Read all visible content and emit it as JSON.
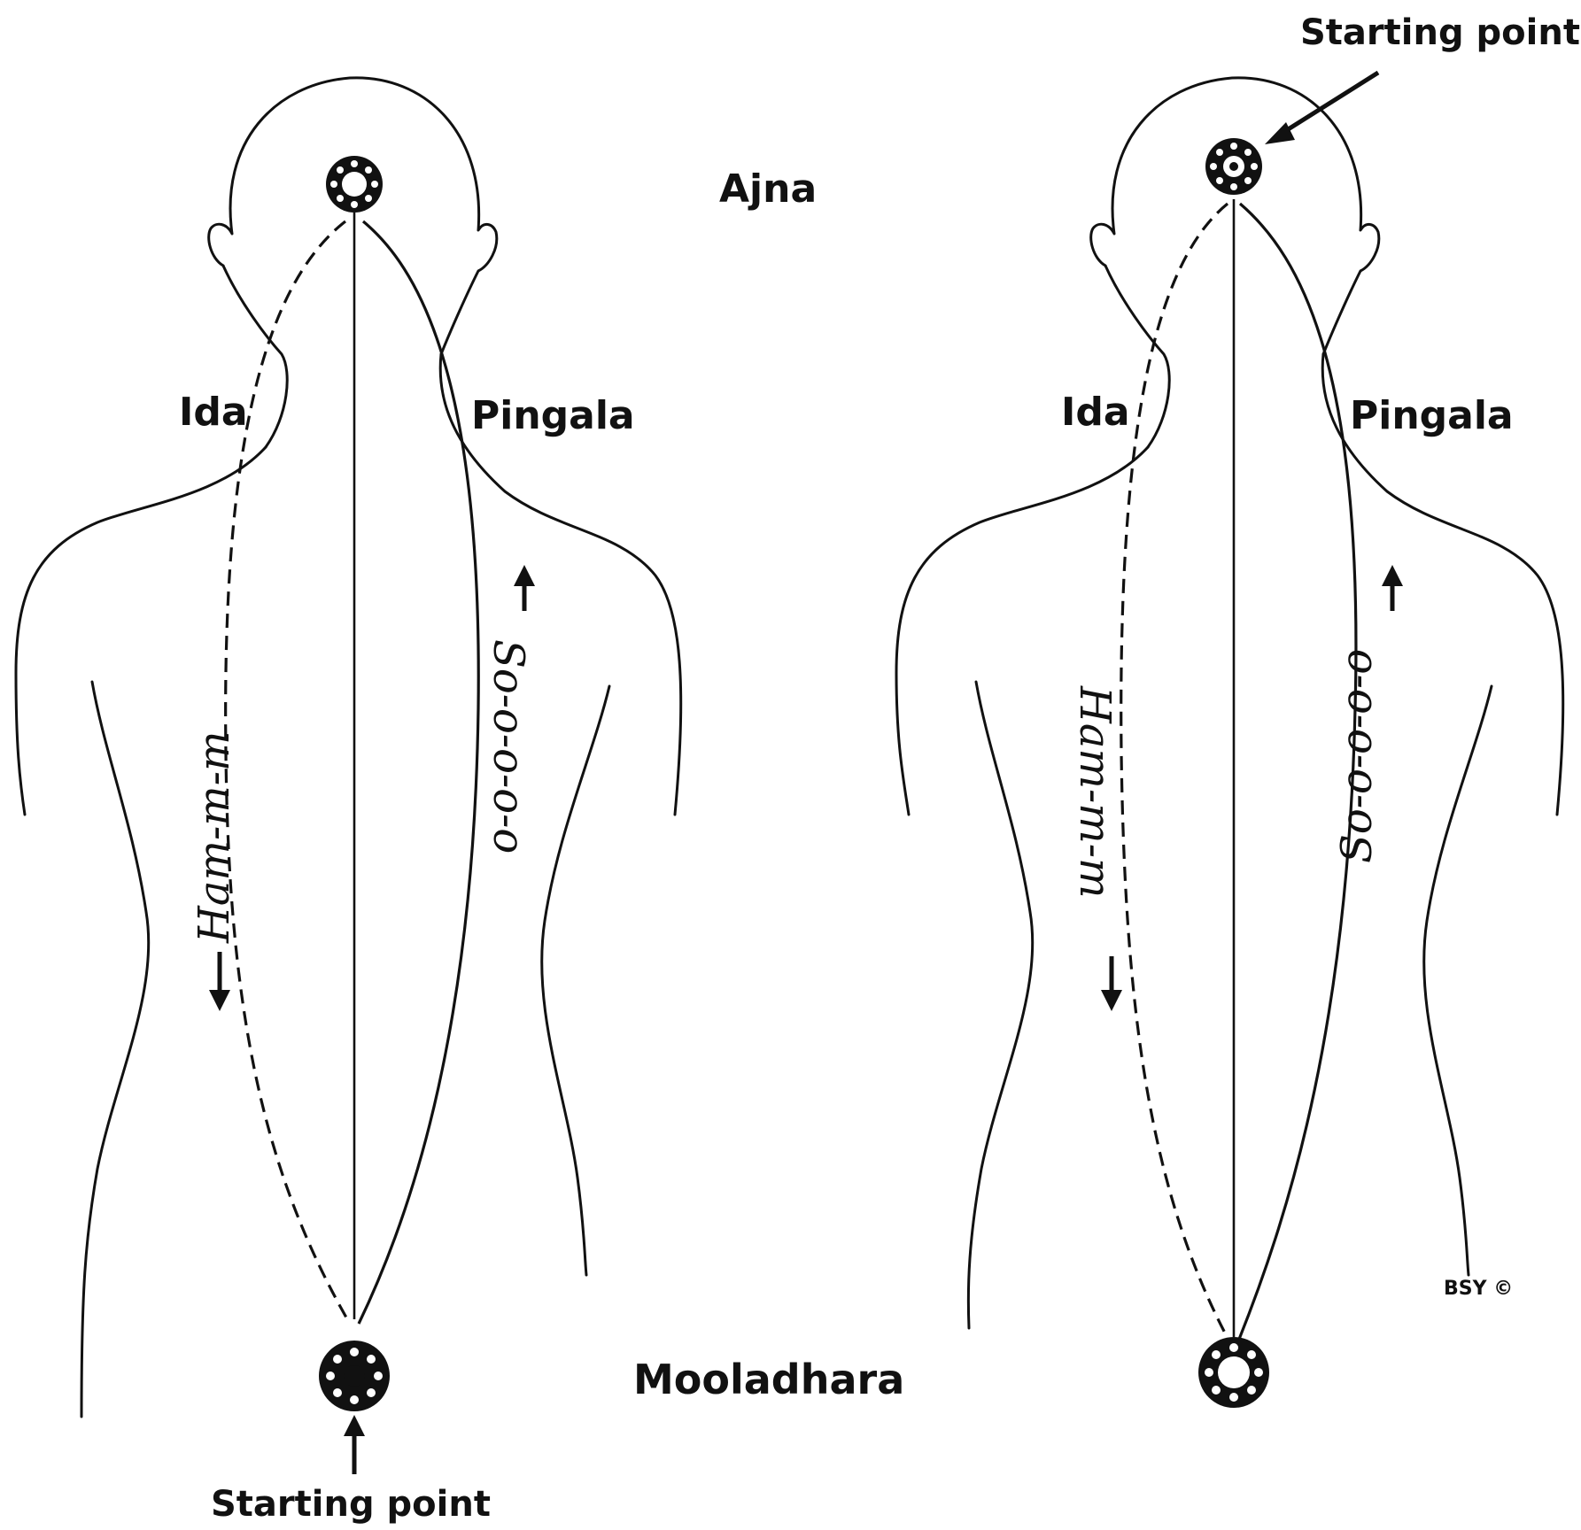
{
  "labels": {
    "ajna": "Ajna",
    "ida_left": "Ida",
    "pingala_left": "Pingala",
    "ida_right": "Ida",
    "pingala_right": "Pingala",
    "mooladhara": "Mooladhara",
    "starting_point_bottom": "Starting point",
    "starting_point_top": "Starting point",
    "ham_left": "Ham-m-m",
    "so_left": "So-o-o-o-o",
    "ham_right": "Ham-m-m",
    "so_right": "So-o-o-o-o",
    "credit": "BSY ©"
  },
  "icons": [
    "chakra-ajna-icon",
    "chakra-mooladhara-icon",
    "arrow-icon"
  ],
  "colors": {
    "ink": "#111111",
    "background": "#ffffff"
  }
}
